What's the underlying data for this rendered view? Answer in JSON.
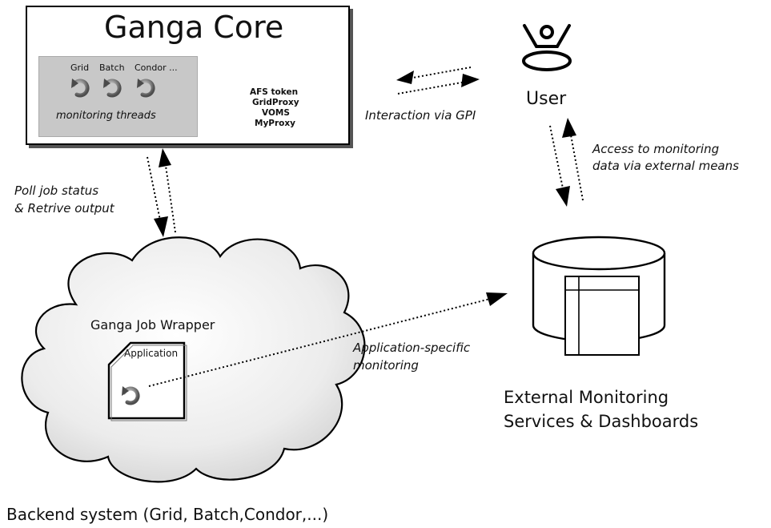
{
  "core": {
    "title": "Ganga Core",
    "threads": [
      "Grid",
      "Batch",
      "Condor ..."
    ],
    "threads_caption": "monitoring threads",
    "credentials": [
      "AFS token",
      "GridProxy",
      "VOMS",
      "MyProxy"
    ]
  },
  "user": {
    "label": "User"
  },
  "edges": {
    "gpi": "Interaction via GPI",
    "access": [
      "Access to monitoring",
      "data via external means"
    ],
    "poll": [
      "Poll job status",
      "& Retrive output"
    ],
    "app_monitoring": [
      "Application-specific",
      "monitoring"
    ]
  },
  "wrapper": {
    "title": "Ganga Job Wrapper",
    "application": "Application"
  },
  "monitoring": {
    "label": [
      "External Monitoring",
      "Services & Dashboards"
    ]
  },
  "backend": {
    "label": "Backend system (Grid, Batch,Condor,...)"
  }
}
